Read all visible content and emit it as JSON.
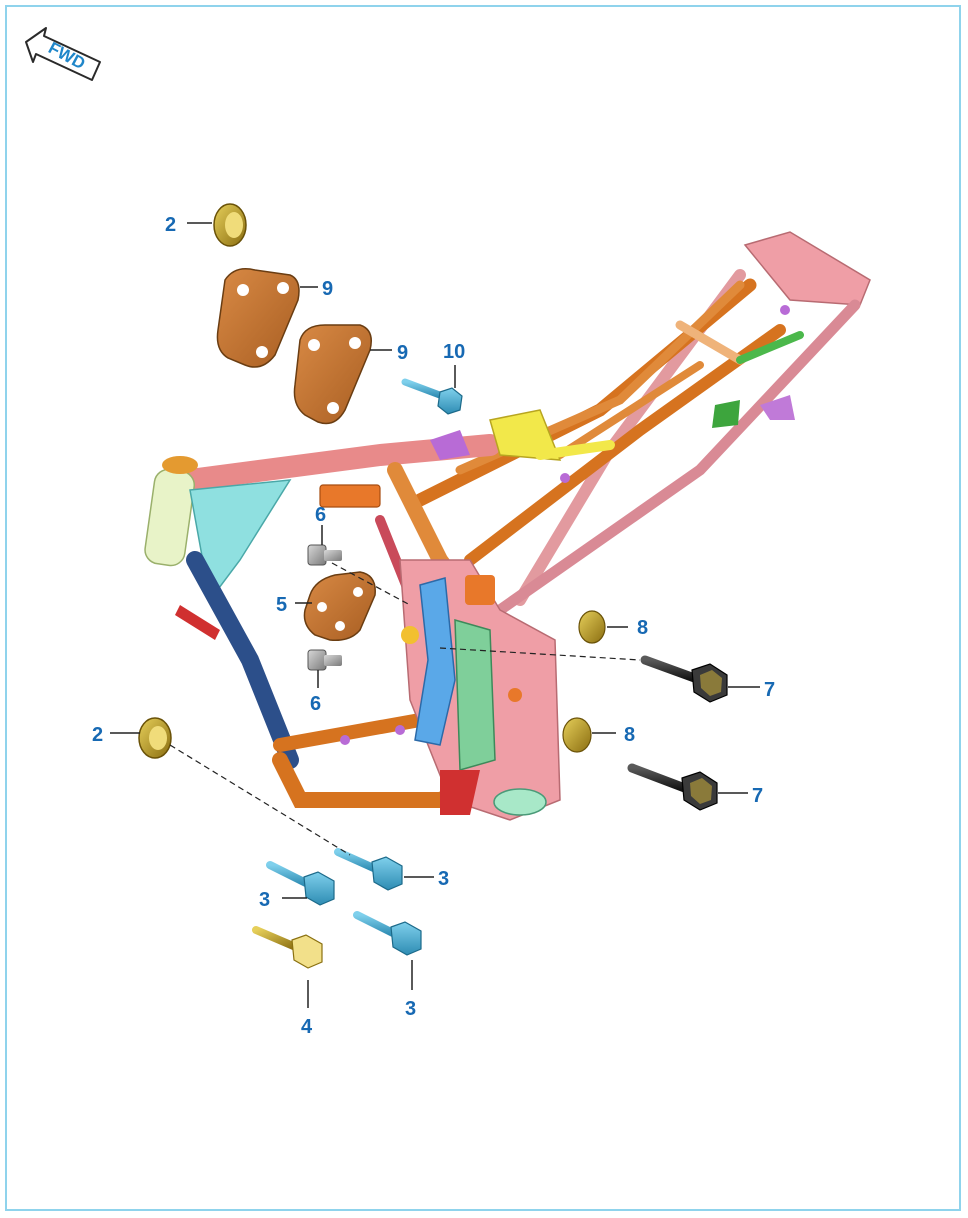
{
  "direction_badge": {
    "label": "FWD",
    "icon": "forward-arrow-icon",
    "color": "#1f86c9"
  },
  "callout_color": "#1769b3",
  "callouts": [
    "2",
    "9",
    "9",
    "10",
    "6",
    "5",
    "6",
    "8",
    "7",
    "2",
    "8",
    "7",
    "3",
    "3",
    "4",
    "3"
  ],
  "colors": {
    "frame_main": "#e88a55",
    "frame_pink": "#e59a9a",
    "tube_orange": "#d6731f",
    "plate": "#c97635",
    "bolt_blue": "#4fa8c9",
    "bolt_black": "#2a2a2a",
    "bolt_gold": "#c9a227",
    "bolt_gray": "#9a9a9a"
  }
}
